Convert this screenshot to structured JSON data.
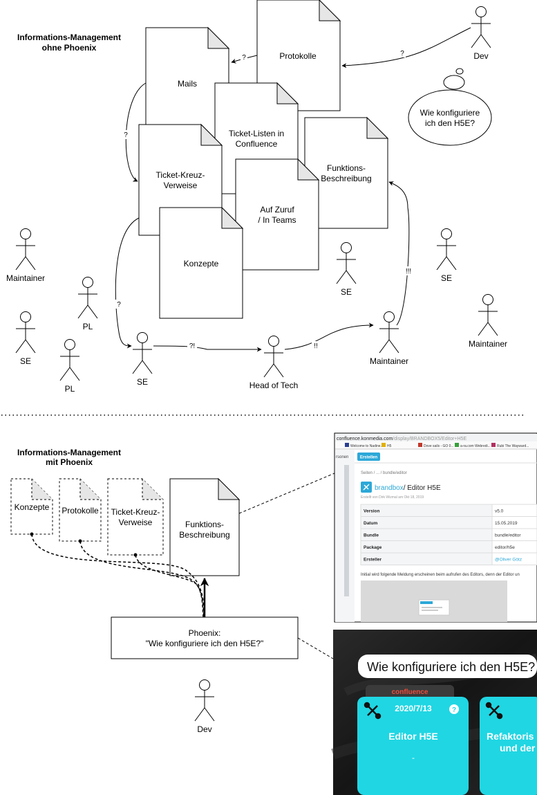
{
  "top": {
    "title_line1": "Informations-Management",
    "title_line2": "ohne Phoenix",
    "docs": {
      "protokolle": "Protokolle",
      "mails": "Mails",
      "ticket_listen_1": "Ticket-Listen in",
      "ticket_listen_2": "Confluence",
      "ticket_kreuz_1": "Ticket-Kreuz-",
      "ticket_kreuz_2": "Verweise",
      "funktions_1": "Funktions-",
      "funktions_2": "Beschreibung",
      "zuruf_1": "Auf Zuruf",
      "zuruf_2": "/ In Teams",
      "konzepte": "Konzepte"
    },
    "thought_1": "Wie konfiguriere",
    "thought_2": "ich den H5E?",
    "actors": {
      "dev": "Dev",
      "maintainer_left": "Maintainer",
      "pl_1": "PL",
      "se_left": "SE",
      "pl_2": "PL",
      "se_flow": "SE",
      "head_of_tech": "Head of Tech",
      "maintainer_flow": "Maintainer",
      "se_mid": "SE",
      "se_right": "SE",
      "maintainer_right": "Maintainer"
    },
    "edge_labels": {
      "q_mails_protokolle": "?",
      "q_dev_protokolle": "?",
      "q_mails_kreuz": "?",
      "q_kreuz_se": "?",
      "se_head": "?!",
      "head_maint": "!!",
      "maint_funktions": "!!!"
    }
  },
  "bottom": {
    "title_line1": "Informations-Management",
    "title_line2": "mit Phoenix",
    "docs": {
      "konzepte": "Konzepte",
      "protokolle": "Protokolle",
      "ticket_kreuz_1": "Ticket-Kreuz-",
      "ticket_kreuz_2": "Verweise",
      "funktions_1": "Funktions-",
      "funktions_2": "Beschreibung"
    },
    "phoenix_1": "Phoenix:",
    "phoenix_2": "\"Wie konfiguriere ich den H5E?\"",
    "actor_dev": "Dev"
  },
  "confluence_shot": {
    "url_prefix": "confluence.konmedia.com",
    "url_rest": "/display/BRANDBOX5/Editor+H5E",
    "bookmarks": [
      "Welcome to Nadine...",
      "H5",
      "Dove sails - GO 0...",
      "a-ra.com Webredi...",
      "Rubi The Wayward..."
    ],
    "left_tab": "rsonen",
    "create_button": "Erstellen",
    "breadcrumb": "Seiten / ... / bundle/editor",
    "page_space": "brandbox",
    "page_title": "/ Editor H5E",
    "page_meta": "Erstellt von Dirk Wizmal am Okt 18, 2019",
    "table": [
      {
        "key": "Version",
        "value": "v5.0"
      },
      {
        "key": "Datum",
        "value": "15.05.2019"
      },
      {
        "key": "Bundle",
        "value": "bundle/editor"
      },
      {
        "key": "Package",
        "value": "editor/h5e"
      },
      {
        "key": "Ersteller",
        "value": "@Oliver Götz"
      }
    ],
    "body_text": "Initial wird folgende Meldung erscheinen beim aufrufen des Editors, denn der Editor un",
    "colors": {
      "accent": "#2ca8d8",
      "create": "#2ca8d8"
    }
  },
  "phoenix_shot": {
    "query": "Wie konfiguriere ich den H5E?",
    "source_tab": "confluence",
    "card1_date": "2020/7/13",
    "card1_help": "?",
    "card1_title": "Editor H5E",
    "card1_dash": "-",
    "card2_title_1": "Refaktoris",
    "card2_title_2": "und der",
    "colors": {
      "card": "#20d6e3",
      "tab": "#3b3b3b",
      "tab_text": "#ef4b3b",
      "bg": "#1f1f1f"
    }
  }
}
